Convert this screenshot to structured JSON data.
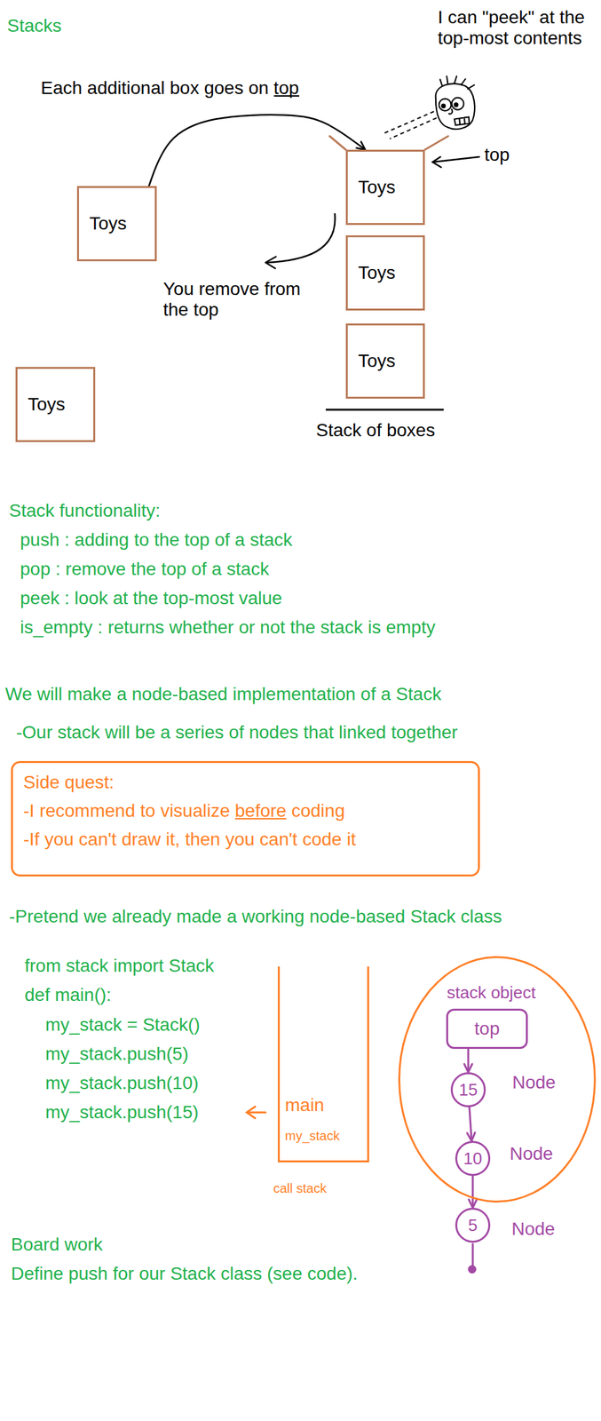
{
  "diagram": {
    "title": "Stacks",
    "nodes": [
      {
        "text": [
          "Toys"
        ]
      },
      {
        "text": [
          "Toys"
        ]
      },
      {
        "text": [
          "Toys"
        ]
      },
      {
        "text": [
          "Toys"
        ]
      },
      {
        "text": [
          "Toys"
        ]
      },
      {
        "text": [
          "Side quest:",
          "-I recommend to visualize before coding",
          "-If you can't draw it, then you can't code it"
        ]
      },
      {
        "text": [
          "main",
          "my_stack",
          "call stack"
        ]
      },
      {
        "text": [
          "stack object"
        ]
      },
      {
        "text": [
          "top"
        ],
        "in": 7
      },
      {
        "text": [
          "15"
        ],
        "in": 7
      },
      {
        "text": [
          "10"
        ],
        "in": 7
      },
      {
        "text": [
          "5"
        ]
      }
    ],
    "edges": [
      {
        "from": 0,
        "to": 1,
        "arrow": "to"
      },
      {
        "from": 8,
        "to": 9,
        "arrow": "to"
      },
      {
        "from": 9,
        "to": 10,
        "arrow": "to"
      },
      {
        "from": 10,
        "to": 11,
        "arrow": "to"
      }
    ],
    "labels": [
      "Each additional box goes on top",
      "I can \"peek\" at the top-most contents",
      "top",
      "You remove from the top",
      "Stack of boxes",
      "Stack functionality:",
      "push : adding to the top of a stack",
      "pop : remove the top of a stack",
      "peek : look at the top-most value",
      "is_empty : returns whether or not the stack is empty",
      "We will make a node-based implementation of a Stack",
      "-Our stack will be a series of nodes that linked together",
      "-Pretend we already made a working node-based Stack class",
      "from stack import Stack",
      "def main():",
      "my_stack = Stack()",
      "my_stack.push(5)",
      "my_stack.push(10)",
      "my_stack.push(15)",
      "Node",
      "Node",
      "Node",
      "Board work",
      "Define push for our Stack class (see code)."
    ]
  }
}
